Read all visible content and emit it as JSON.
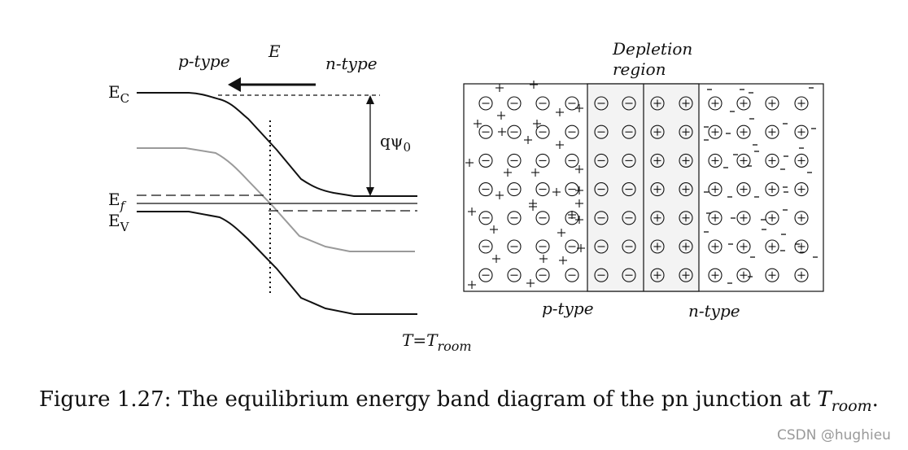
{
  "band_diagram": {
    "p_label": "p-type",
    "n_label": "n-type",
    "field_label": "E",
    "ec_label": "E",
    "ec_sub": "C",
    "ef_label": "E",
    "ef_sub": "f",
    "ev_label": "E",
    "ev_sub": "V",
    "barrier_label": "qψ",
    "barrier_sub": "0",
    "temp_label": "T=T",
    "temp_sub": "room"
  },
  "junction": {
    "depletion_line1": "Depletion",
    "depletion_line2": "region",
    "p_label": "p-type",
    "n_label": "n-type",
    "rows": 7,
    "p_cols": 4,
    "dep_p_cols": 2,
    "dep_n_cols": 2,
    "n_cols": 4,
    "depletion_fill": "#f3f3f3"
  },
  "caption": {
    "prefix": "Figure 1.27: The equilibrium energy band diagram of the pn junction at ",
    "var": "T",
    "sub": "room",
    "suffix": "."
  },
  "watermark": "CSDN @hughieu"
}
